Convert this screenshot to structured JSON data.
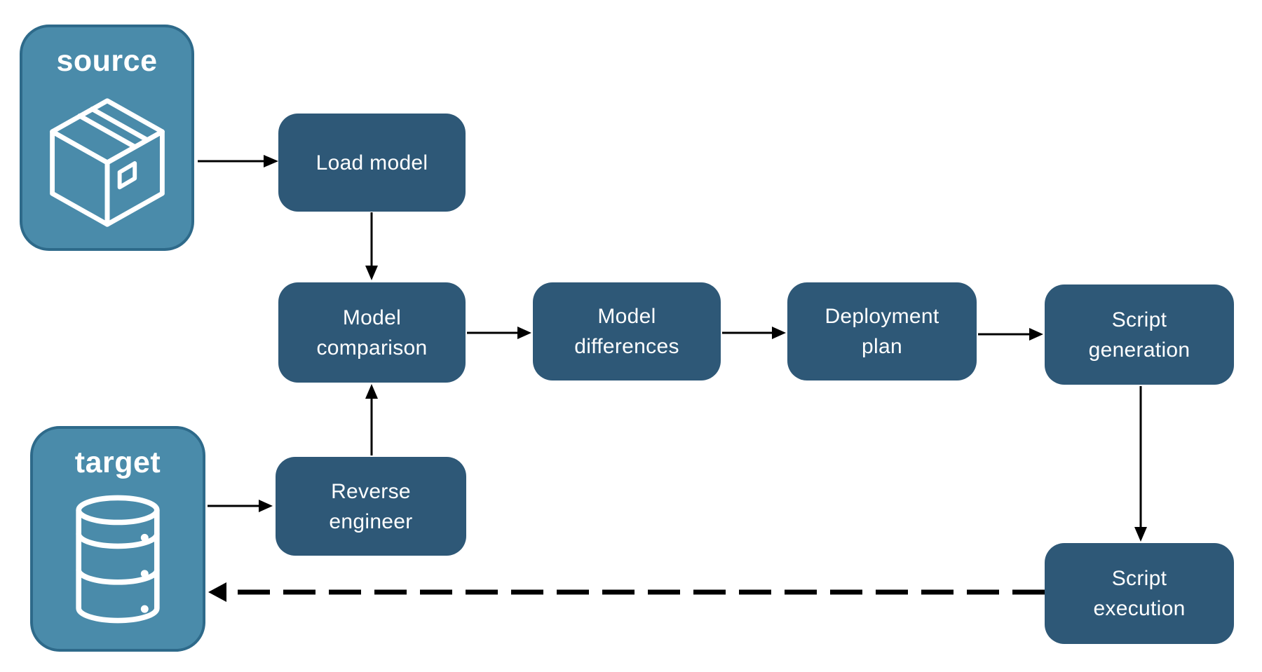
{
  "diagram": {
    "description": "Schema compare deployment pipeline between a source model and a target database",
    "nodes": {
      "source": {
        "label": "source",
        "icon": "package-icon",
        "role": "terminal"
      },
      "target": {
        "label": "target",
        "icon": "database-icon",
        "role": "terminal"
      },
      "load_model": {
        "label": "Load model",
        "role": "process"
      },
      "model_comparison": {
        "label": "Model\ncomparison",
        "role": "process"
      },
      "model_differences": {
        "label": "Model\ndifferences",
        "role": "process"
      },
      "deployment_plan": {
        "label": "Deployment\nplan",
        "role": "process"
      },
      "script_generation": {
        "label": "Script\ngeneration",
        "role": "process"
      },
      "reverse_engineer": {
        "label": "Reverse\nengineer",
        "role": "process"
      },
      "script_execution": {
        "label": "Script\nexecution",
        "role": "process"
      }
    },
    "edges": [
      {
        "from": "source",
        "to": "load_model",
        "style": "solid"
      },
      {
        "from": "load_model",
        "to": "model_comparison",
        "style": "solid"
      },
      {
        "from": "model_comparison",
        "to": "model_differences",
        "style": "solid"
      },
      {
        "from": "model_differences",
        "to": "deployment_plan",
        "style": "solid"
      },
      {
        "from": "deployment_plan",
        "to": "script_generation",
        "style": "solid"
      },
      {
        "from": "script_generation",
        "to": "script_execution",
        "style": "solid"
      },
      {
        "from": "target",
        "to": "reverse_engineer",
        "style": "solid"
      },
      {
        "from": "reverse_engineer",
        "to": "model_comparison",
        "style": "solid"
      },
      {
        "from": "script_execution",
        "to": "target",
        "style": "dashed"
      }
    ]
  },
  "colors": {
    "node-fill": "#2E5877",
    "terminal-fill": "#4A8BAA",
    "terminal-border": "#2E6A8A",
    "arrow": "#000000",
    "text": "#FFFFFF",
    "background": "#FFFFFF"
  }
}
